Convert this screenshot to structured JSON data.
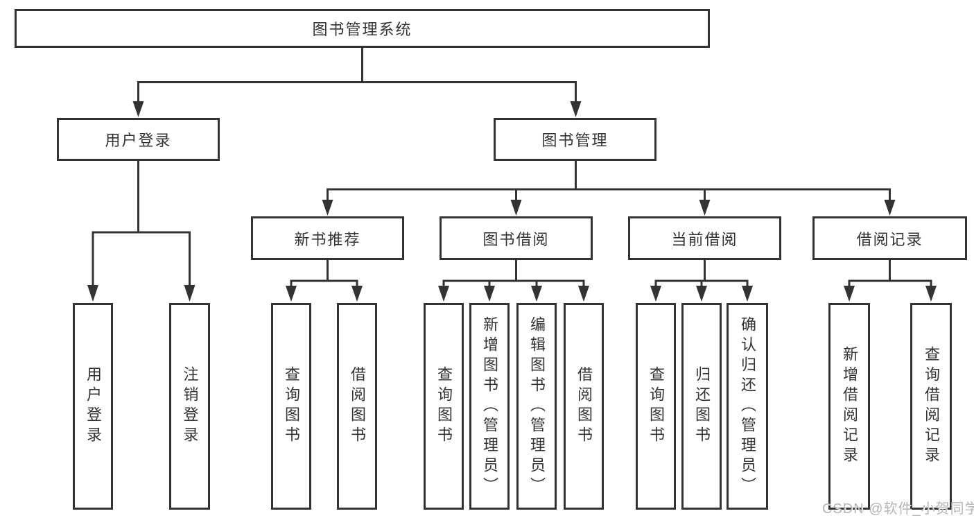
{
  "diagram": {
    "root": {
      "label": "图书管理系统"
    },
    "level2": [
      {
        "label": "用户登录"
      },
      {
        "label": "图书管理"
      }
    ],
    "level3": [
      {
        "label": "新书推荐"
      },
      {
        "label": "图书借阅"
      },
      {
        "label": "当前借阅"
      },
      {
        "label": "借阅记录"
      }
    ],
    "leaves": [
      {
        "label": "用户登录"
      },
      {
        "label": "注销登录"
      },
      {
        "label": "查询图书"
      },
      {
        "label": "借阅图书"
      },
      {
        "label": "查询图书"
      },
      {
        "label": "新增图书（管理员）"
      },
      {
        "label": "编辑图书（管理员）"
      },
      {
        "label": "借阅图书"
      },
      {
        "label": "查询图书"
      },
      {
        "label": "归还图书"
      },
      {
        "label": "确认归还（管理员）"
      },
      {
        "label": "新增借阅记录"
      },
      {
        "label": "查询借阅记录"
      }
    ]
  },
  "watermark": {
    "text": "CSDN @软件_小贺同学"
  },
  "colors": {
    "line": "#333333",
    "text": "#333333",
    "watermark": "#b5b5b5",
    "background": "#ffffff"
  }
}
